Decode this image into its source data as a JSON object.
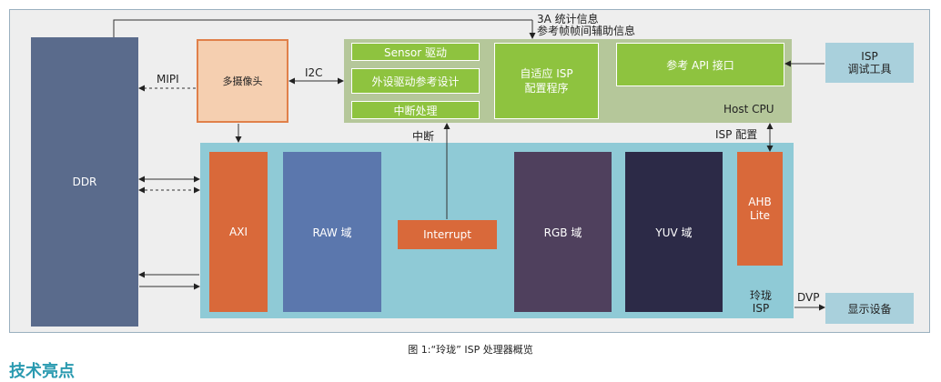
{
  "blocks": {
    "ddr": "DDR",
    "camera": "多摄像头",
    "sensor_driver": "Sensor 驱动",
    "peripheral_driver": "外设驱动参考设计",
    "interrupt_handler": "中断处理",
    "adaptive_isp": [
      "自适应 ISP",
      "配置程序"
    ],
    "api": "参考 API 接口",
    "host_cpu": "Host CPU",
    "isp_tool": [
      "ISP",
      "调试工具"
    ],
    "axi": "AXI",
    "raw": "RAW 域",
    "interrupt": "Interrupt",
    "rgb": "RGB 域",
    "yuv": "YUV 域",
    "ahb": [
      "AHB",
      "Lite"
    ],
    "linglong_isp": [
      "玲珑",
      "ISP"
    ],
    "display": "显示设备"
  },
  "labels": {
    "stats_line1": "3A 统计信息",
    "stats_line2": "参考帧帧间辅助信息",
    "mipi": "MIPI",
    "i2c": "I2C",
    "interrupt_label": "中断",
    "isp_config": "ISP 配置",
    "dvp": "DVP"
  },
  "caption": "图 1:“玲珑” ISP 处理器概览",
  "heading_partial": "技术亮点",
  "colors": {
    "ddr": "#5a6b8c",
    "camera_fill": "#f5cfb0",
    "camera_border": "#e0804a",
    "host_cpu": "#b5c79a",
    "green": "#8ec33f",
    "isp_tool": "#a9d0dc",
    "isp_block": "#8fcad6",
    "orange": "#d9693a",
    "raw": "#5b77ad",
    "rgb": "#4f405d",
    "yuv": "#2c2a47",
    "heading": "#2a9ab0"
  }
}
